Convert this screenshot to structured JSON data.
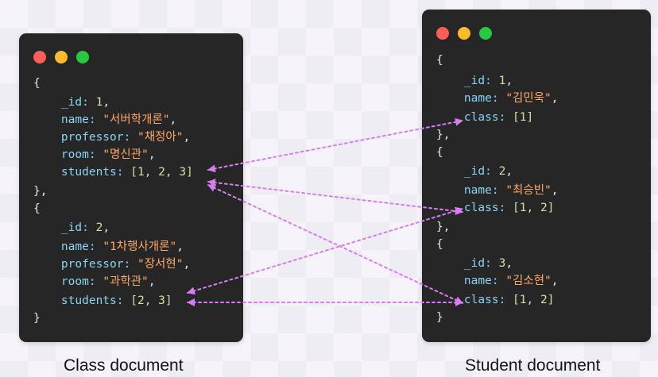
{
  "class_window": {
    "doc1": {
      "open": "{",
      "id_key": "_id:",
      "id_value": "1",
      "name_key": "name:",
      "name_value": "\"서버학개론\"",
      "professor_key": "professor:",
      "professor_value": "\"채정아\"",
      "room_key": "room:",
      "room_value": "\"명신관\"",
      "students_key": "students:",
      "students_value": "[1, 2, 3]",
      "close": "},"
    },
    "doc2": {
      "open": "{",
      "id_key": "_id:",
      "id_value": "2",
      "name_key": "name:",
      "name_value": "\"1차행사개론\"",
      "professor_key": "professor:",
      "professor_value": "\"장서현\"",
      "room_key": "room:",
      "room_value": "\"과학관\"",
      "students_key": "students:",
      "students_value": "[2, 3]",
      "close": "}"
    }
  },
  "student_window": {
    "doc1": {
      "open": "{",
      "id_key": "_id:",
      "id_value": "1",
      "name_key": "name:",
      "name_value": "\"김민욱\"",
      "class_key": "class:",
      "class_value": "[1]",
      "close": "},"
    },
    "doc2": {
      "open": "{",
      "id_key": "_id:",
      "id_value": "2",
      "name_key": "name:",
      "name_value": "\"최승빈\"",
      "class_key": "class:",
      "class_value": "[1, 2]",
      "close": "},"
    },
    "doc3": {
      "open": "{",
      "id_key": "_id:",
      "id_value": "3",
      "name_key": "name:",
      "name_value": "\"김소현\"",
      "class_key": "class:",
      "class_value": "[1, 2]",
      "close": "}"
    }
  },
  "captions": {
    "class": "Class document",
    "student": "Student document"
  },
  "colors": {
    "window_bg": "#262626",
    "key": "#8bd3f4",
    "number": "#dcdca5",
    "string": "#ffa869",
    "arrow": "#d77cf4",
    "dot_red": "#fd5f57",
    "dot_yellow": "#fcbc2e",
    "dot_green": "#28c840"
  }
}
